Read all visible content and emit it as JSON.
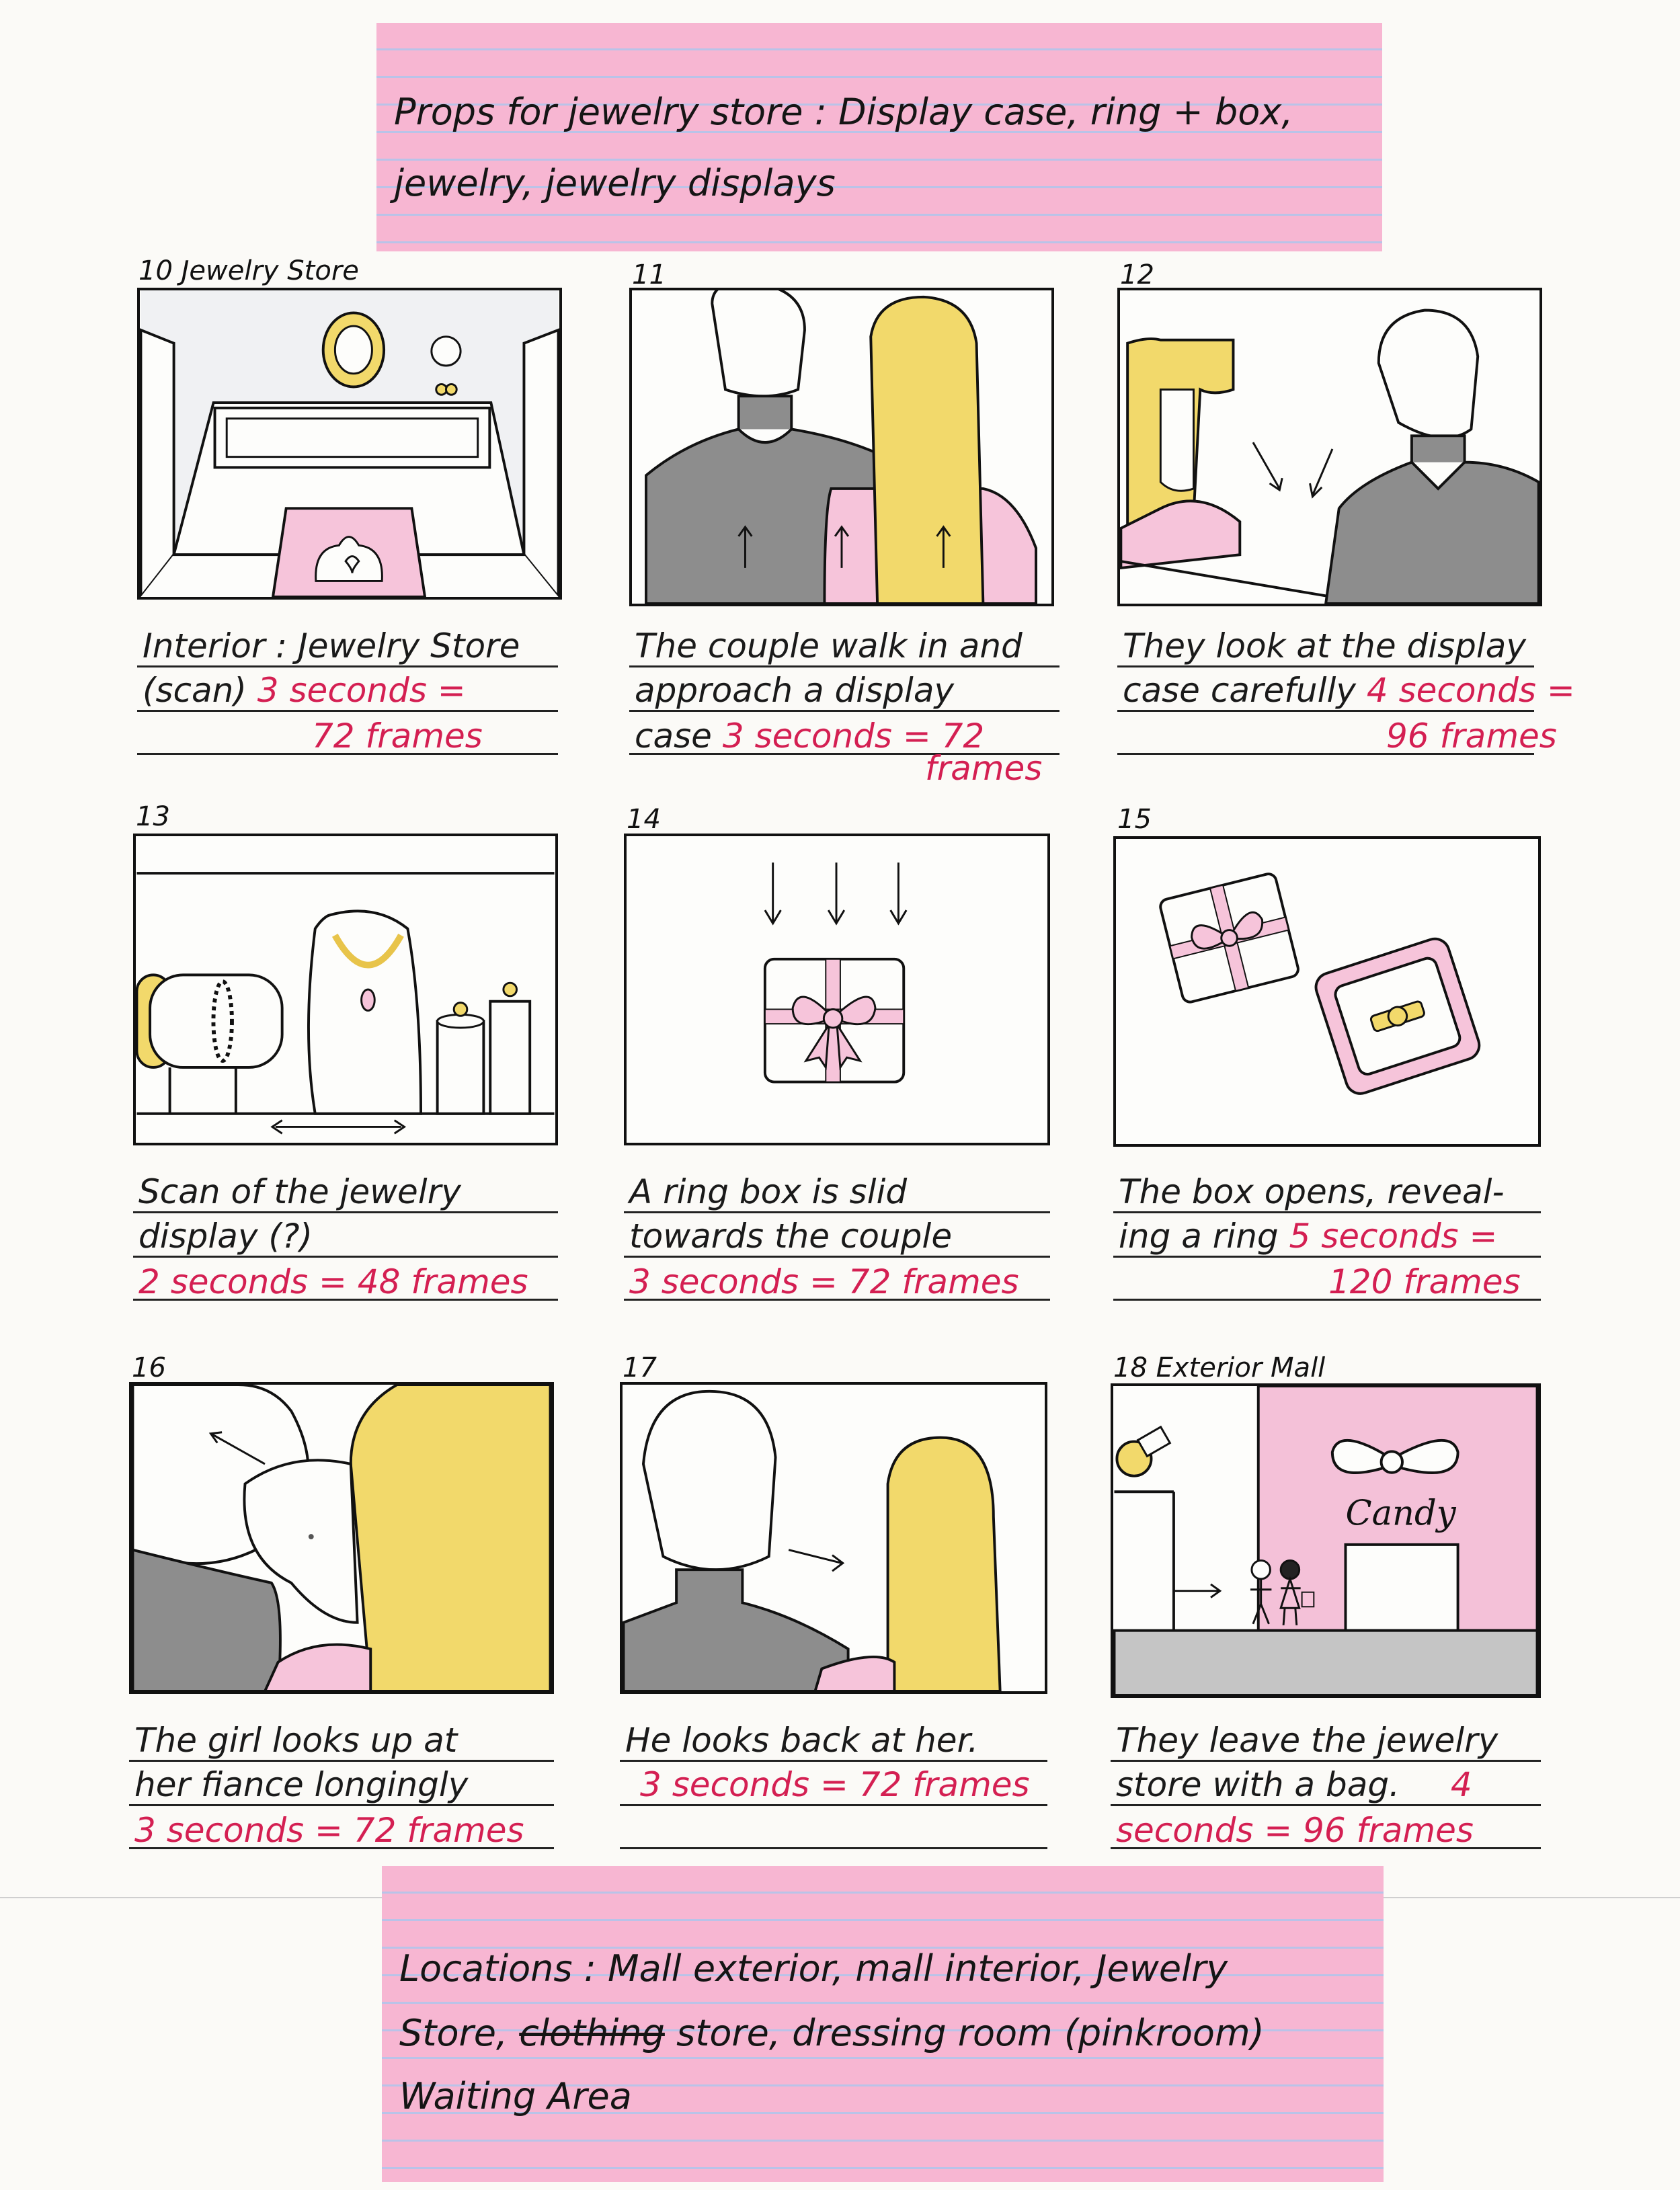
{
  "props_note": {
    "line1": "Props for jewelry store : Display case, ring + box,",
    "line2": "jewelry, jewelry displays"
  },
  "panels": [
    {
      "number": "10 Jewelry Store",
      "lines": [
        {
          "text": "Interior : Jewelry Store"
        },
        {
          "text": "(scan)",
          "red": "3 seconds ="
        },
        {
          "red": "72 frames"
        }
      ]
    },
    {
      "number": "11",
      "lines": [
        {
          "text": "The couple walk in and"
        },
        {
          "text": "approach a display"
        },
        {
          "text": "case",
          "red": "3 seconds = 72"
        },
        {
          "red": "frames"
        }
      ]
    },
    {
      "number": "12",
      "lines": [
        {
          "text": "They look at the display"
        },
        {
          "text": "case carefully",
          "red": "4 seconds ="
        },
        {
          "red": "96 frames"
        }
      ]
    },
    {
      "number": "13",
      "lines": [
        {
          "text": "Scan of the jewelry"
        },
        {
          "text": "display (?)"
        },
        {
          "red": "2 seconds = 48 frames"
        }
      ]
    },
    {
      "number": "14",
      "lines": [
        {
          "text": "A ring box is slid"
        },
        {
          "text": "towards the couple"
        },
        {
          "red": "3 seconds = 72 frames"
        }
      ]
    },
    {
      "number": "15",
      "lines": [
        {
          "text": "The box opens, reveal-"
        },
        {
          "text": "ing a ring",
          "red": "5 seconds ="
        },
        {
          "red": "120 frames"
        }
      ]
    },
    {
      "number": "16",
      "lines": [
        {
          "text": "The girl looks up at"
        },
        {
          "text": "her fiance longingly"
        },
        {
          "red": "3 seconds = 72 frames"
        }
      ]
    },
    {
      "number": "17",
      "lines": [
        {
          "text": "He looks back at her."
        },
        {
          "red": "3 seconds = 72 frames"
        },
        {}
      ]
    },
    {
      "number": "18 Exterior Mall",
      "sign": "Candy",
      "lines": [
        {
          "text": "They leave the jewelry"
        },
        {
          "text": "store with a bag.",
          "red": "4"
        },
        {
          "red": "seconds = 96 frames"
        }
      ]
    }
  ],
  "locations_note": {
    "line1": "Locations : Mall exterior, mall interior, Jewelry",
    "line2_a": "Store,",
    "line2_strike": "clothing",
    "line2_b": "store, dressing room (pinkroom)",
    "line3": "Waiting Area"
  },
  "colors": {
    "pink": "#f7b6d2",
    "red_ink": "#d41f52",
    "yellow": "#f2d96b",
    "gray": "#9a9a9a"
  }
}
